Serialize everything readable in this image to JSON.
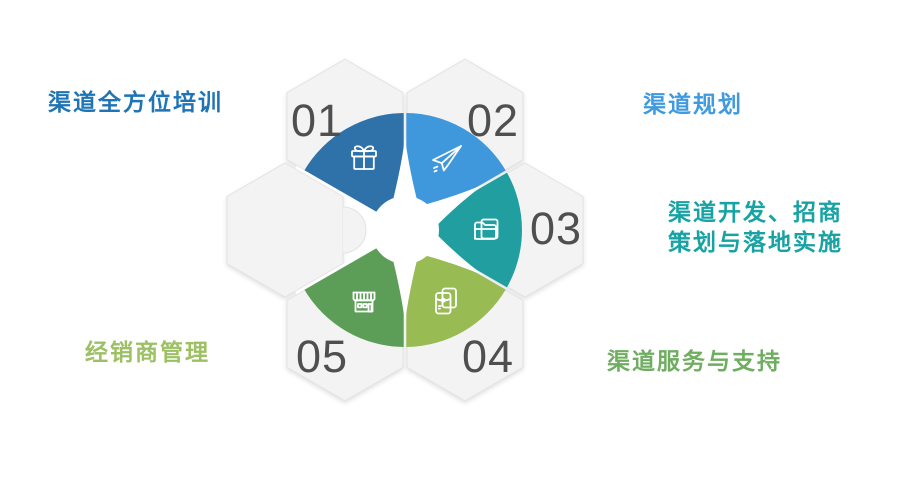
{
  "diagram": {
    "background": "#ffffff",
    "hexagon_fill": "#f3f3f3",
    "hexagon_border": "#e3e3e3",
    "number_color": "#4f4f4f",
    "icon_stroke": "#ffffff",
    "sectors": [
      {
        "number": "01",
        "icon": "gift-icon",
        "color": "#2E72A9",
        "label": "渠道全方位培训",
        "label_color": "#1E74B5"
      },
      {
        "number": "02",
        "icon": "paper-plane-icon",
        "color": "#3F97DC",
        "label": "渠道规划",
        "label_color": "#3F9ADF"
      },
      {
        "number": "03",
        "icon": "folder-icon",
        "color": "#209EA0",
        "label": "渠道开发、招商",
        "label_line2": "策划与落地实施",
        "label_color": "#17A2A3"
      },
      {
        "number": "04",
        "icon": "document-pouch-icon",
        "color": "#98BB53",
        "label": "渠道服务与支持",
        "label_color": "#6FAD61"
      },
      {
        "number": "05",
        "icon": "storefront-icon",
        "color": "#5C9E57",
        "label": "经销商管理",
        "label_color": "#9CC063"
      }
    ]
  }
}
